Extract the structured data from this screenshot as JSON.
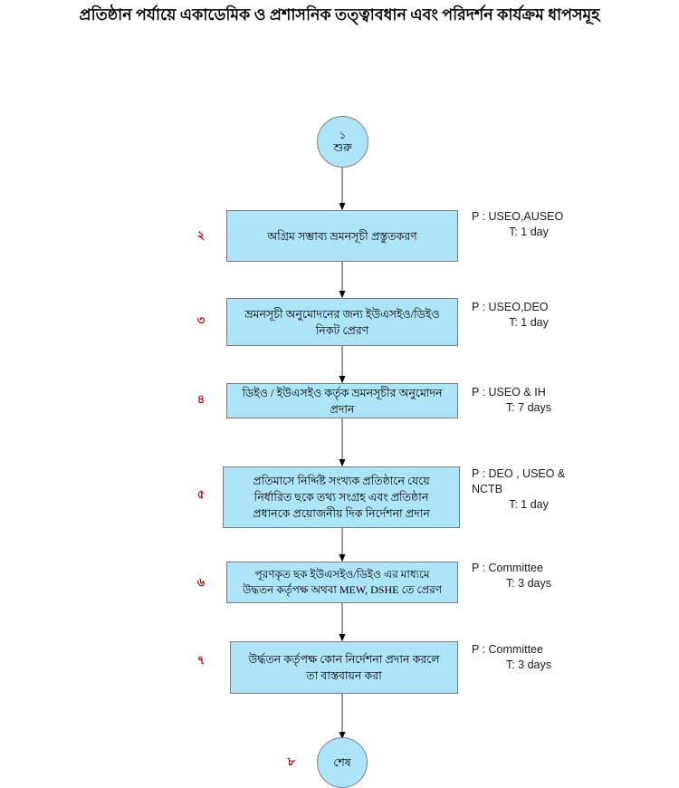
{
  "title": "প্রতিষ্ঠান পর্যায়ে একাডেমিক ও প্রশাসনিক তত্ত্বাবধান এবং পরিদর্শন কার্যক্রম ধাপসমূহ",
  "colors": {
    "node_fill": "#ADE4F7",
    "node_border": "#7A7A7A",
    "step_number": "#C00000",
    "connector": "#595959",
    "text": "#000000"
  },
  "start": {
    "number": "১",
    "label": "শুরু"
  },
  "end": {
    "number": "৮",
    "label": "শেষ"
  },
  "steps": [
    {
      "number": "২",
      "lines": [
        "অগ্রিম সম্ভাব্য ভ্রমনসূচী প্রস্তুতকরণ"
      ],
      "performer": "P : USEO,AUSEO",
      "time": "T: 1 day"
    },
    {
      "number": "৩",
      "lines": [
        "ভ্রমনসূচী অনুমোদনের জন্য ইউএসইও/ডিইও",
        "নিকট  প্রেরণ"
      ],
      "performer": "P : USEO,DEO",
      "time": "T: 1 day"
    },
    {
      "number": "৪",
      "lines": [
        "ডিইও / ইউএসইও কর্তৃক ভ্রমনসূচীর অনুমোদন",
        "প্রদান"
      ],
      "performer": "P : USEO & IH",
      "time": "T: 7 days"
    },
    {
      "number": "৫",
      "lines": [
        "প্রতিমাসে নির্দ্দিষ্ট সংখ্যক প্রতিষ্ঠানে যেয়ে",
        "নির্ধারিত ছকে তথ্য সংগ্রহ এবং প্রতিষ্ঠান",
        "প্রধানকে প্রয়োজনীয় দিক নির্দেশনা প্রদান"
      ],
      "performer": "P : DEO , USEO &\nNCTB",
      "time": "T: 1 day"
    },
    {
      "number": "৬",
      "lines": [
        "পূরণকৃত ছক ইউএসইও/ডিইও  এর মাধ্যমে",
        "উদ্ধতন কর্তৃপক্ষ অথবা MEW, DSHE তে প্রেরণ"
      ],
      "performer": "P : Committee",
      "time": "T: 3 days"
    },
    {
      "number": "৭",
      "lines": [
        "উর্দ্ধতন কর্তৃপক্ষ কোন নির্দেশনা প্রদান করলে",
        "তা বাস্তবায়ন করা"
      ],
      "performer": "P : Committee",
      "time": "T: 3 days"
    }
  ]
}
